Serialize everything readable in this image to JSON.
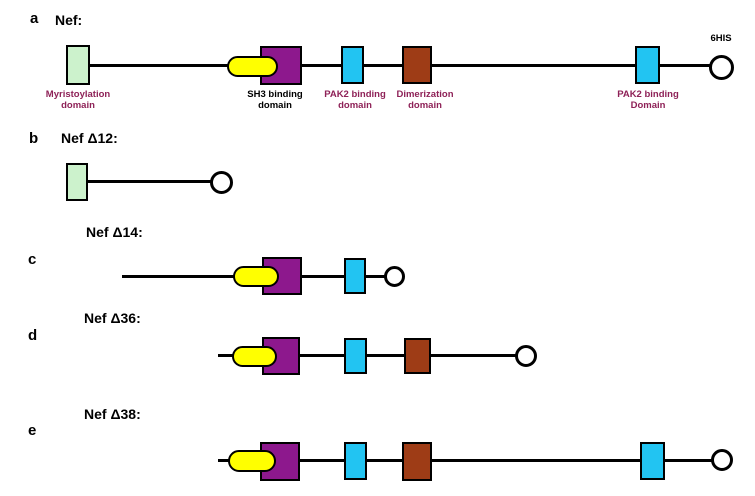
{
  "figure": {
    "description": "Schematic of Nef protein constructs with functional domains",
    "panels": {
      "a": {
        "label": "a",
        "title": "Nef:"
      },
      "b": {
        "label": "b",
        "title": "Nef Δ12:"
      },
      "c": {
        "label": "c",
        "title": "Nef Δ14:"
      },
      "d": {
        "label": "d",
        "title": "Nef Δ36:"
      },
      "e": {
        "label": "e",
        "title": "Nef Δ38:"
      }
    },
    "domain_labels": {
      "myristoylation": "Myristoylation\ndomain",
      "sh3_binding": "SH3 binding\ndomain",
      "pak2_binding_1": "PAK2 binding\ndomain",
      "dimerization": "Dimerization\ndomain",
      "pak2_binding_2": "PAK2 binding\nDomain",
      "his_tag": "6HIS"
    },
    "colors": {
      "myristoylation_fill": "#ccf2cc",
      "sh3_box_fill": "#8d188d",
      "sh3_oval_fill": "#ffff00",
      "pak2_fill": "#22c4f2",
      "dimerization_fill": "#9e3c16",
      "his_circle_fill": "#ffffff",
      "outline": "#000000",
      "domain_label_text": "#8e2157",
      "sh3_label_text": "#000000"
    }
  }
}
